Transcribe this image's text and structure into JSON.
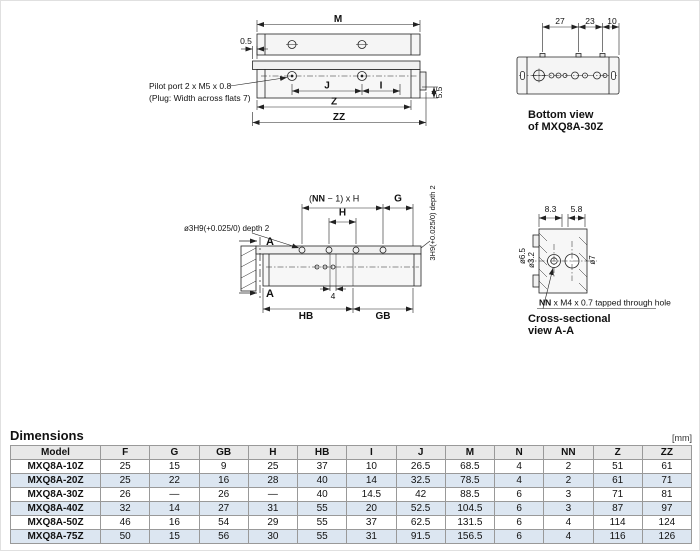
{
  "drawing_top": {
    "dim_m": "M",
    "dim_05": "0.5",
    "pilot_note_1": "Pilot port 2 x M5 x 0.8",
    "pilot_note_2": "(Plug: Width across flats 7)",
    "dim_j": "J",
    "dim_i": "I",
    "dim_55": "5.5",
    "dim_z": "Z",
    "dim_zz": "ZZ"
  },
  "drawing_bottom_view": {
    "dim_27": "27",
    "dim_23": "23",
    "dim_10": "10",
    "caption_1": "Bottom view",
    "caption_2": "of MXQ8A-30Z"
  },
  "drawing_side": {
    "pitch_open": "(",
    "pitch_nn": "NN",
    "pitch_rest": " − 1) x H",
    "dim_g": "G",
    "dim_h": "H",
    "dim_4": "4",
    "dim_hb": "HB",
    "dim_gb": "GB",
    "hole_note": "ø3H9(+0.025/0) depth 2",
    "hole_note_vertical": "3H9(+0.025/0) depth 2",
    "section_a_top": "A",
    "section_a_bottom": "A"
  },
  "drawing_section": {
    "dim_83": "8.3",
    "dim_58": "5.8",
    "dim_d65": "ø6.5",
    "dim_d32": "ø3.2",
    "dim_d7": "ø7",
    "tap_nn": "NN",
    "tap_rest": " x M4 x 0.7 tapped through hole",
    "caption_1": "Cross-sectional",
    "caption_2": "view A-A"
  },
  "dimensions_table": {
    "title": "Dimensions",
    "unit": "[mm]",
    "headers": [
      "Model",
      "F",
      "G",
      "GB",
      "H",
      "HB",
      "I",
      "J",
      "M",
      "N",
      "NN",
      "Z",
      "ZZ"
    ],
    "rows": [
      {
        "model": "MXQ8A-10Z",
        "values": [
          "25",
          "15",
          "9",
          "25",
          "37",
          "10",
          "26.5",
          "68.5",
          "4",
          "2",
          "51",
          "61"
        ]
      },
      {
        "model": "MXQ8A-20Z",
        "values": [
          "25",
          "22",
          "16",
          "28",
          "40",
          "14",
          "32.5",
          "78.5",
          "4",
          "2",
          "61",
          "71"
        ]
      },
      {
        "model": "MXQ8A-30Z",
        "values": [
          "26",
          "—",
          "26",
          "—",
          "40",
          "14.5",
          "42",
          "88.5",
          "6",
          "3",
          "71",
          "81"
        ]
      },
      {
        "model": "MXQ8A-40Z",
        "values": [
          "32",
          "14",
          "27",
          "31",
          "55",
          "20",
          "52.5",
          "104.5",
          "6",
          "3",
          "87",
          "97"
        ]
      },
      {
        "model": "MXQ8A-50Z",
        "values": [
          "46",
          "16",
          "54",
          "29",
          "55",
          "37",
          "62.5",
          "131.5",
          "6",
          "4",
          "114",
          "124"
        ]
      },
      {
        "model": "MXQ8A-75Z",
        "values": [
          "50",
          "15",
          "56",
          "30",
          "55",
          "31",
          "91.5",
          "156.5",
          "6",
          "4",
          "116",
          "126"
        ]
      }
    ]
  }
}
